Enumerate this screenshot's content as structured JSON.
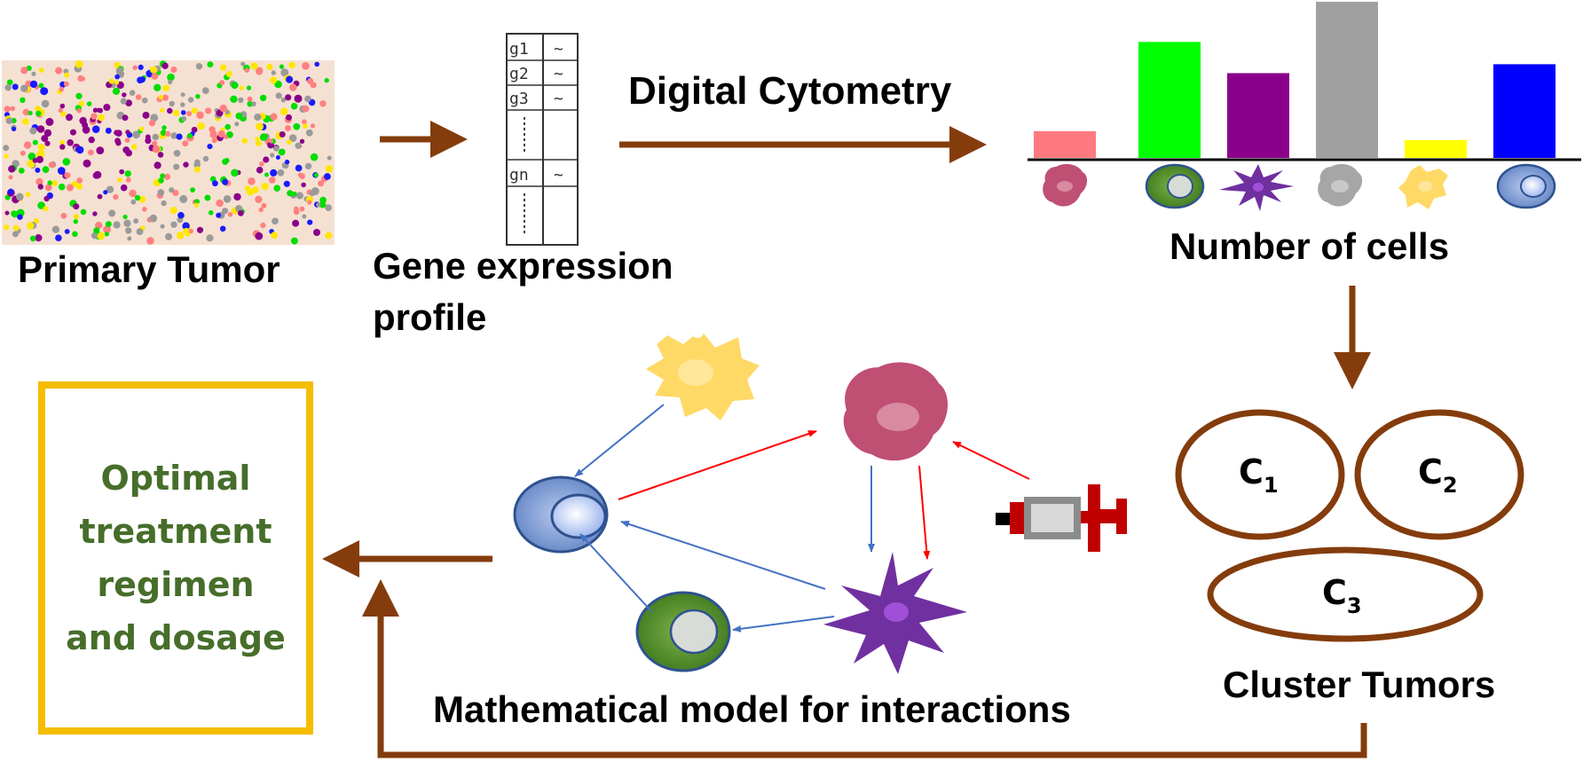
{
  "labels": {
    "primary_tumor": "Primary Tumor",
    "gene_expression_line1": "Gene expression",
    "gene_expression_line2": "profile",
    "digital_cytometry": "Digital Cytometry",
    "number_of_cells": "Number of cells",
    "cluster_tumors": "Cluster Tumors",
    "math_model": "Mathematical model for interactions"
  },
  "gene_table": {
    "rows": [
      {
        "gene": "g1",
        "value": "~"
      },
      {
        "gene": "g2",
        "value": "~"
      },
      {
        "gene": "g3",
        "value": "~"
      },
      {
        "gene": "gn",
        "value": "~"
      }
    ]
  },
  "chart_data": {
    "type": "bar",
    "categories": [
      "tumor cell",
      "green cell",
      "purple dendritic cell",
      "gray cell",
      "yellow macrophage",
      "blue cell"
    ],
    "values": [
      3,
      13,
      9.5,
      17.5,
      2,
      10.5
    ],
    "colors": [
      "#ff7a80",
      "#00ff00",
      "#8b008b",
      "#a0a0a0",
      "#ffff00",
      "#0000ff"
    ],
    "cell_icons": [
      "tumor-cell-icon",
      "green-cell-icon",
      "dendritic-cell-icon",
      "gray-cell-icon",
      "macrophage-icon",
      "blue-cell-icon"
    ],
    "ylim": [
      0,
      17.5
    ]
  },
  "clusters": [
    {
      "letter": "C",
      "index": "1"
    },
    {
      "letter": "C",
      "index": "2"
    },
    {
      "letter": "C",
      "index": "3"
    }
  ],
  "optimal": {
    "lines": [
      "Optimal",
      "treatment",
      "regimen",
      "and dosage"
    ]
  },
  "colors": {
    "flow_arrow": "#843c0c",
    "box_border": "#f5bd00",
    "optimal_text": "#466e2a",
    "inhibit_arrow": "#ff0000",
    "activate_arrow": "#4472c4"
  }
}
